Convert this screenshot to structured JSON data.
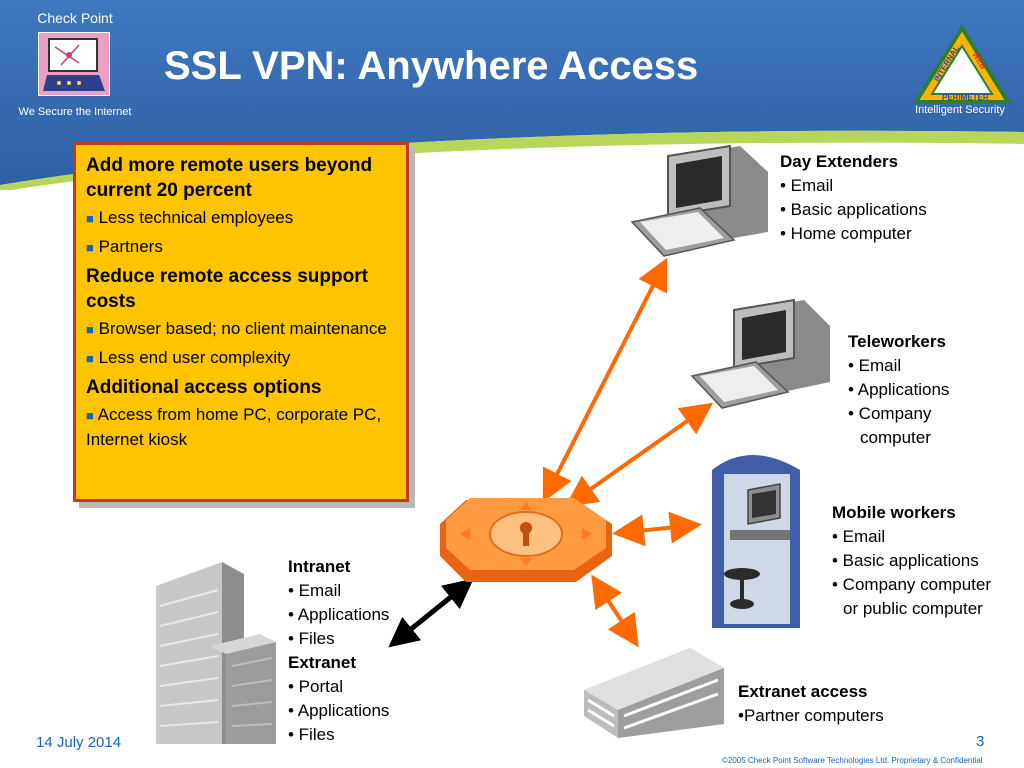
{
  "header": {
    "title": "SSL VPN: Anywhere Access",
    "logo_top": "Check Point",
    "logo_bottom": "We Secure the Internet",
    "tagline": "Intelligent Security",
    "triangle_words": [
      "INTERNAL",
      "WEB",
      "PERIMETER"
    ]
  },
  "benefits": {
    "h1": "Add more remote users beyond current 20 percent",
    "i1": "Less technical employees",
    "i2": "Partners",
    "h2": "Reduce remote access support costs",
    "i3": "Browser based; no client maintenance",
    "i4": "Less end user complexity",
    "h3": "Additional access options",
    "i5": "Access from home PC, corporate PC, Internet kiosk"
  },
  "day_extenders": {
    "title": "Day Extenders",
    "b1": "• Email",
    "b2": "• Basic applications",
    "b3": "• Home computer"
  },
  "teleworkers": {
    "title": "Teleworkers",
    "b1": "• Email",
    "b2": "• Applications",
    "b3": "• Company",
    "b4": "computer"
  },
  "mobile_workers": {
    "title": "Mobile workers",
    "b1": "• Email",
    "b2": "• Basic applications",
    "b3": "• Company computer",
    "b4": "or public computer"
  },
  "extranet_access": {
    "title": "Extranet access",
    "b1": "•Partner computers"
  },
  "intranet": {
    "title": "Intranet",
    "b1": "• Email",
    "b2": "• Applications",
    "b3": "• Files"
  },
  "extranet": {
    "title": "Extranet",
    "b1": "• Portal",
    "b2": "• Applications",
    "b3": "• Files"
  },
  "footer": {
    "date": "14 July 2014",
    "page": "3",
    "copyright": "©2005 Check Point Software Technologies Ltd. Proprietary & Confidential"
  },
  "colors": {
    "header_blue": "#3a6fb5",
    "arrow_orange": "#ff6a00",
    "box_yellow": "#ffc400",
    "box_border": "#c0392b",
    "footer_text": "#1565c0"
  }
}
